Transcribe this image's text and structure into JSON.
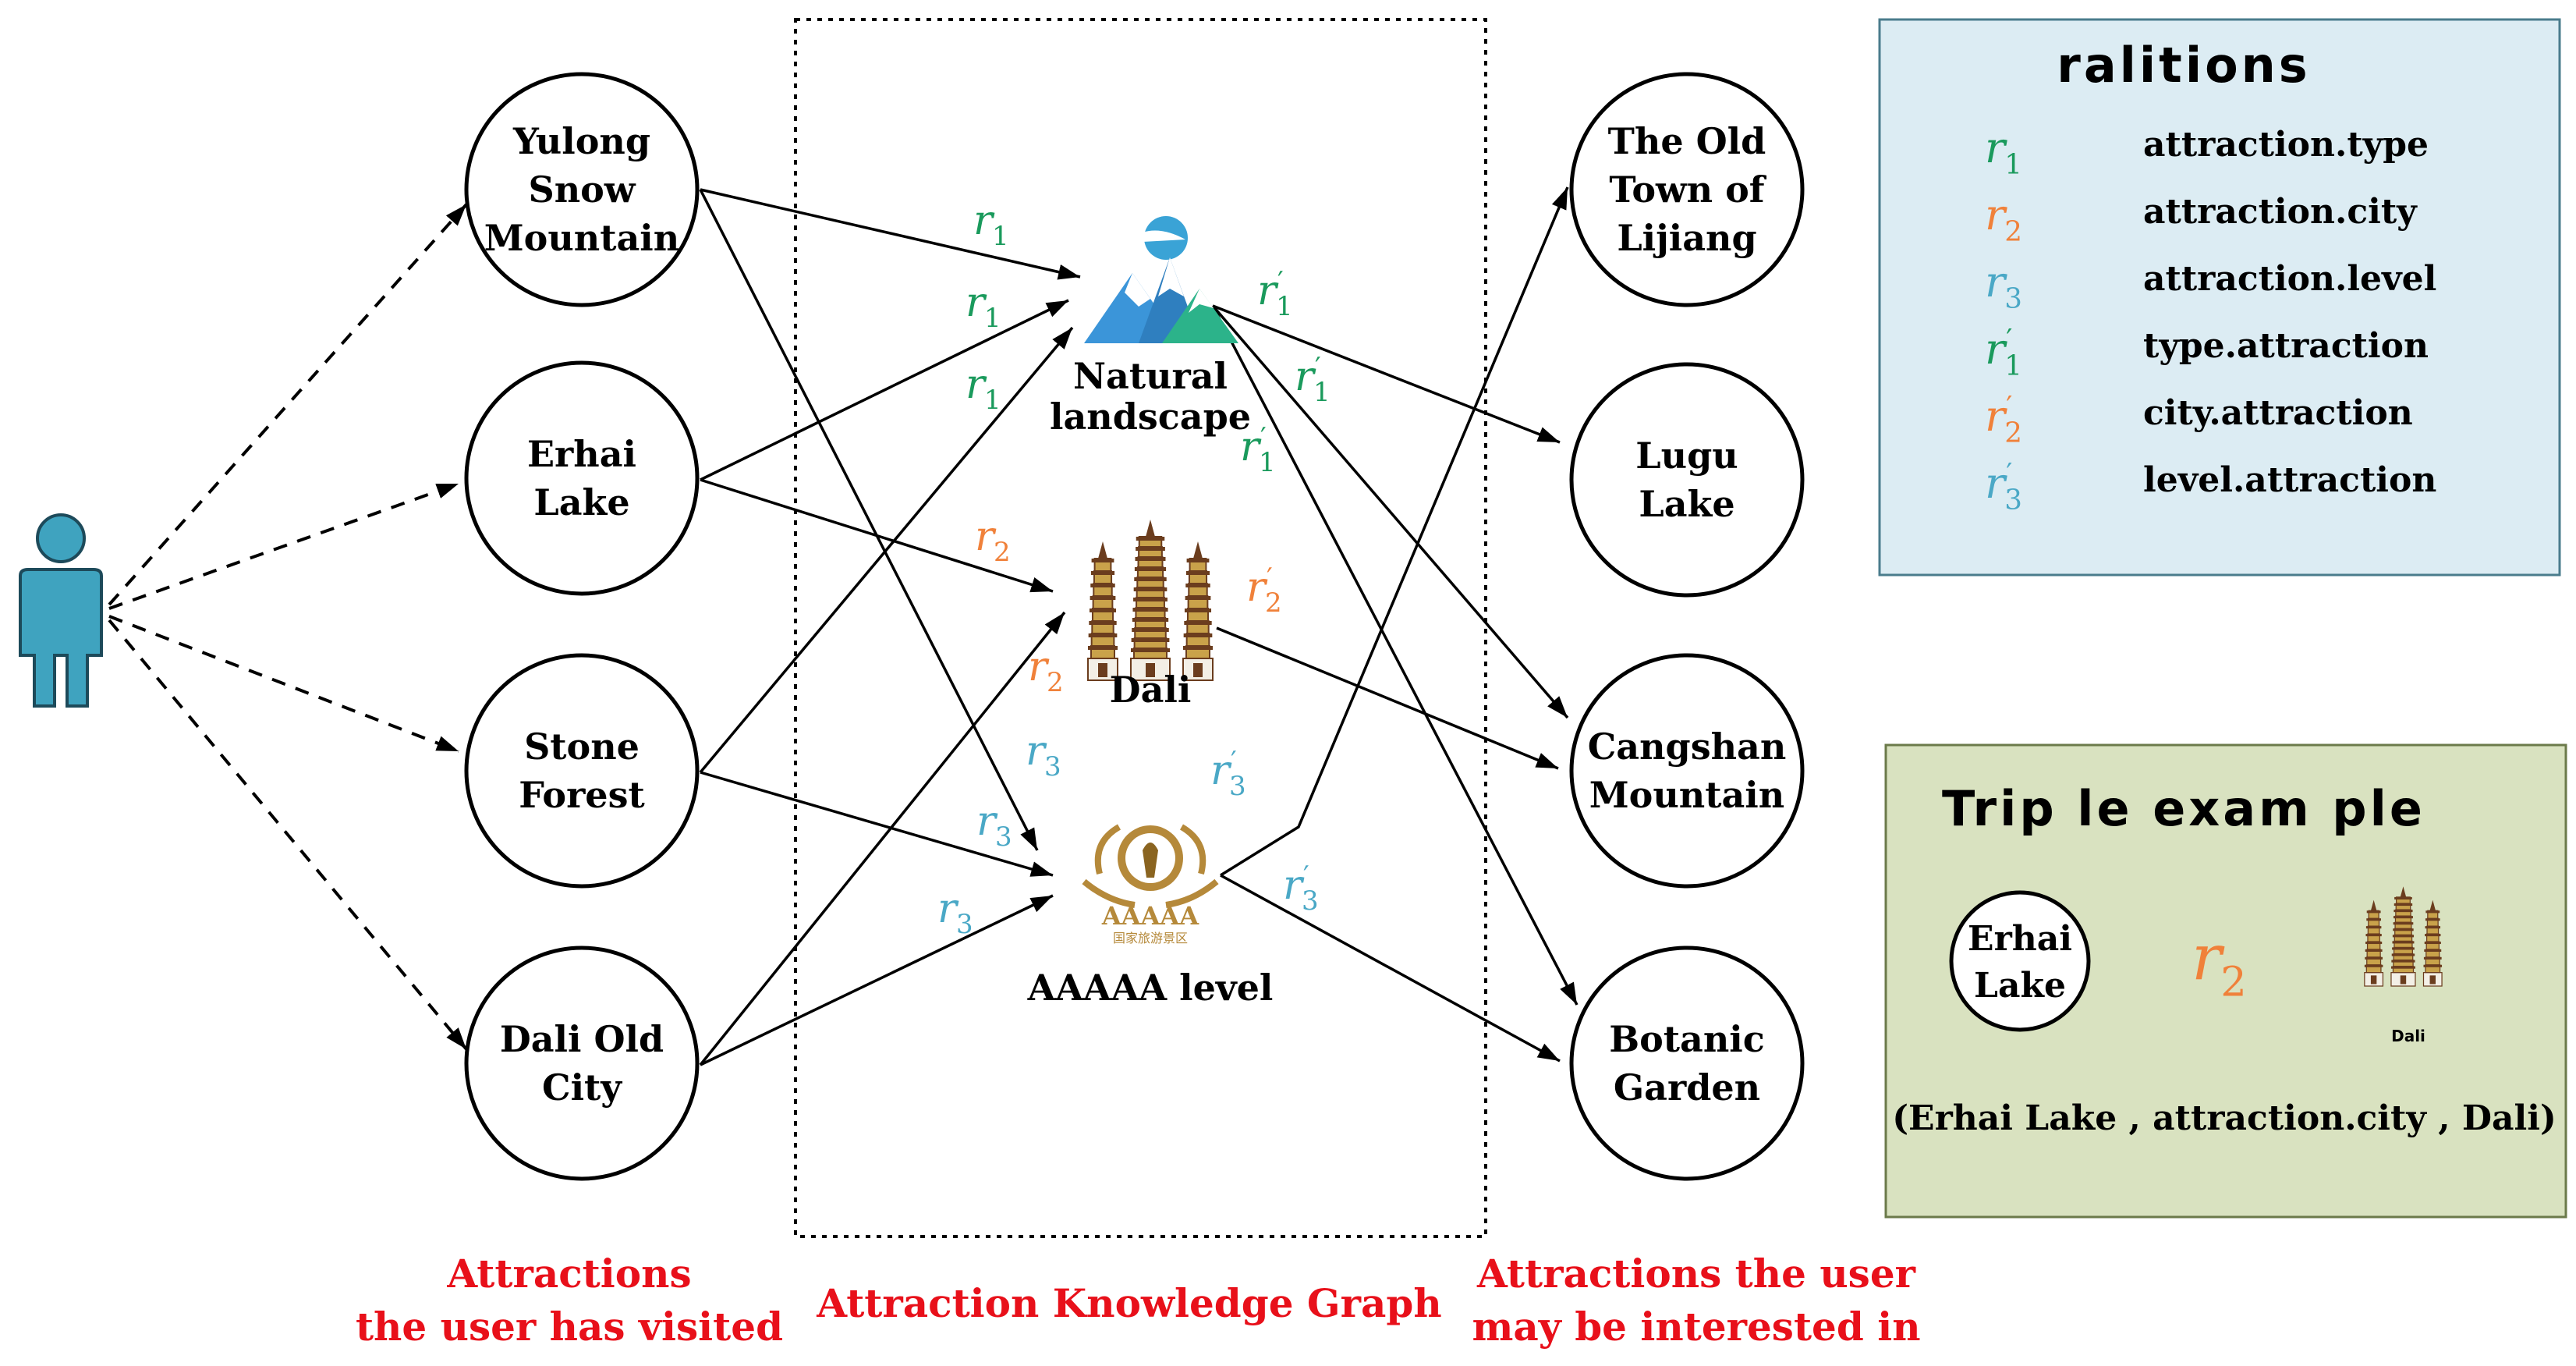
{
  "colors": {
    "r1": "#1a9a5c",
    "r2": "#f0813a",
    "r3": "#4aa8c6",
    "caption": "#e8101a",
    "relations_bg": "#dcecf3",
    "triple_bg": "#d9e2c0",
    "user": "#3fa3bf"
  },
  "visited": [
    {
      "id": "yulong",
      "lines": [
        "Yulong",
        "Snow",
        "Mountain"
      ]
    },
    {
      "id": "erhai",
      "lines": [
        "Erhai",
        "Lake"
      ]
    },
    {
      "id": "stone",
      "lines": [
        "Stone",
        "Forest"
      ]
    },
    {
      "id": "daliold",
      "lines": [
        "Dali Old",
        "City"
      ]
    }
  ],
  "recommended": [
    {
      "id": "lijiang",
      "lines": [
        "The Old",
        "Town of",
        "Lijiang"
      ]
    },
    {
      "id": "lugu",
      "lines": [
        "Lugu",
        "Lake"
      ]
    },
    {
      "id": "cangshan",
      "lines": [
        "Cangshan",
        "Mountain"
      ]
    },
    {
      "id": "botanic",
      "lines": [
        "Botanic",
        "Garden"
      ]
    }
  ],
  "entities": {
    "natural": {
      "label_lines": [
        "Natural",
        "landscape"
      ],
      "icon": "mountain-icon"
    },
    "dali": {
      "label": "Dali",
      "icon": "pagoda-icon"
    },
    "aaaaa": {
      "label": "AAAAA level",
      "icon": "aaaaa-badge-icon",
      "badge_text": "AAAAA",
      "badge_subtext": "国家旅游景区"
    }
  },
  "relation_labels": {
    "r1": {
      "base": "r",
      "sub": "1",
      "prime": false
    },
    "r2": {
      "base": "r",
      "sub": "2",
      "prime": false
    },
    "r3": {
      "base": "r",
      "sub": "3",
      "prime": false
    },
    "r1p": {
      "base": "r",
      "sub": "1",
      "prime": true
    },
    "r2p": {
      "base": "r",
      "sub": "2",
      "prime": true
    },
    "r3p": {
      "base": "r",
      "sub": "3",
      "prime": true
    }
  },
  "captions": {
    "visited": [
      "Attractions",
      "the user has visited"
    ],
    "kg": "Attraction Knowledge Graph",
    "interested": [
      "Attractions the user",
      "may be interested in"
    ]
  },
  "legend": {
    "title": "ralitions",
    "items": [
      {
        "key": "r1",
        "text": "attraction.type"
      },
      {
        "key": "r2",
        "text": "attraction.city"
      },
      {
        "key": "r3",
        "text": "attraction.level"
      },
      {
        "key": "r1p",
        "text": "type.attraction"
      },
      {
        "key": "r2p",
        "text": "city.attraction"
      },
      {
        "key": "r3p",
        "text": "level.attraction"
      }
    ]
  },
  "triple": {
    "title": "Trip le exam ple",
    "head_lines": [
      "Erhai",
      "Lake"
    ],
    "relation": "r2",
    "tail_label": "Dali",
    "text": "(Erhai Lake , attraction.city , Dali)"
  }
}
